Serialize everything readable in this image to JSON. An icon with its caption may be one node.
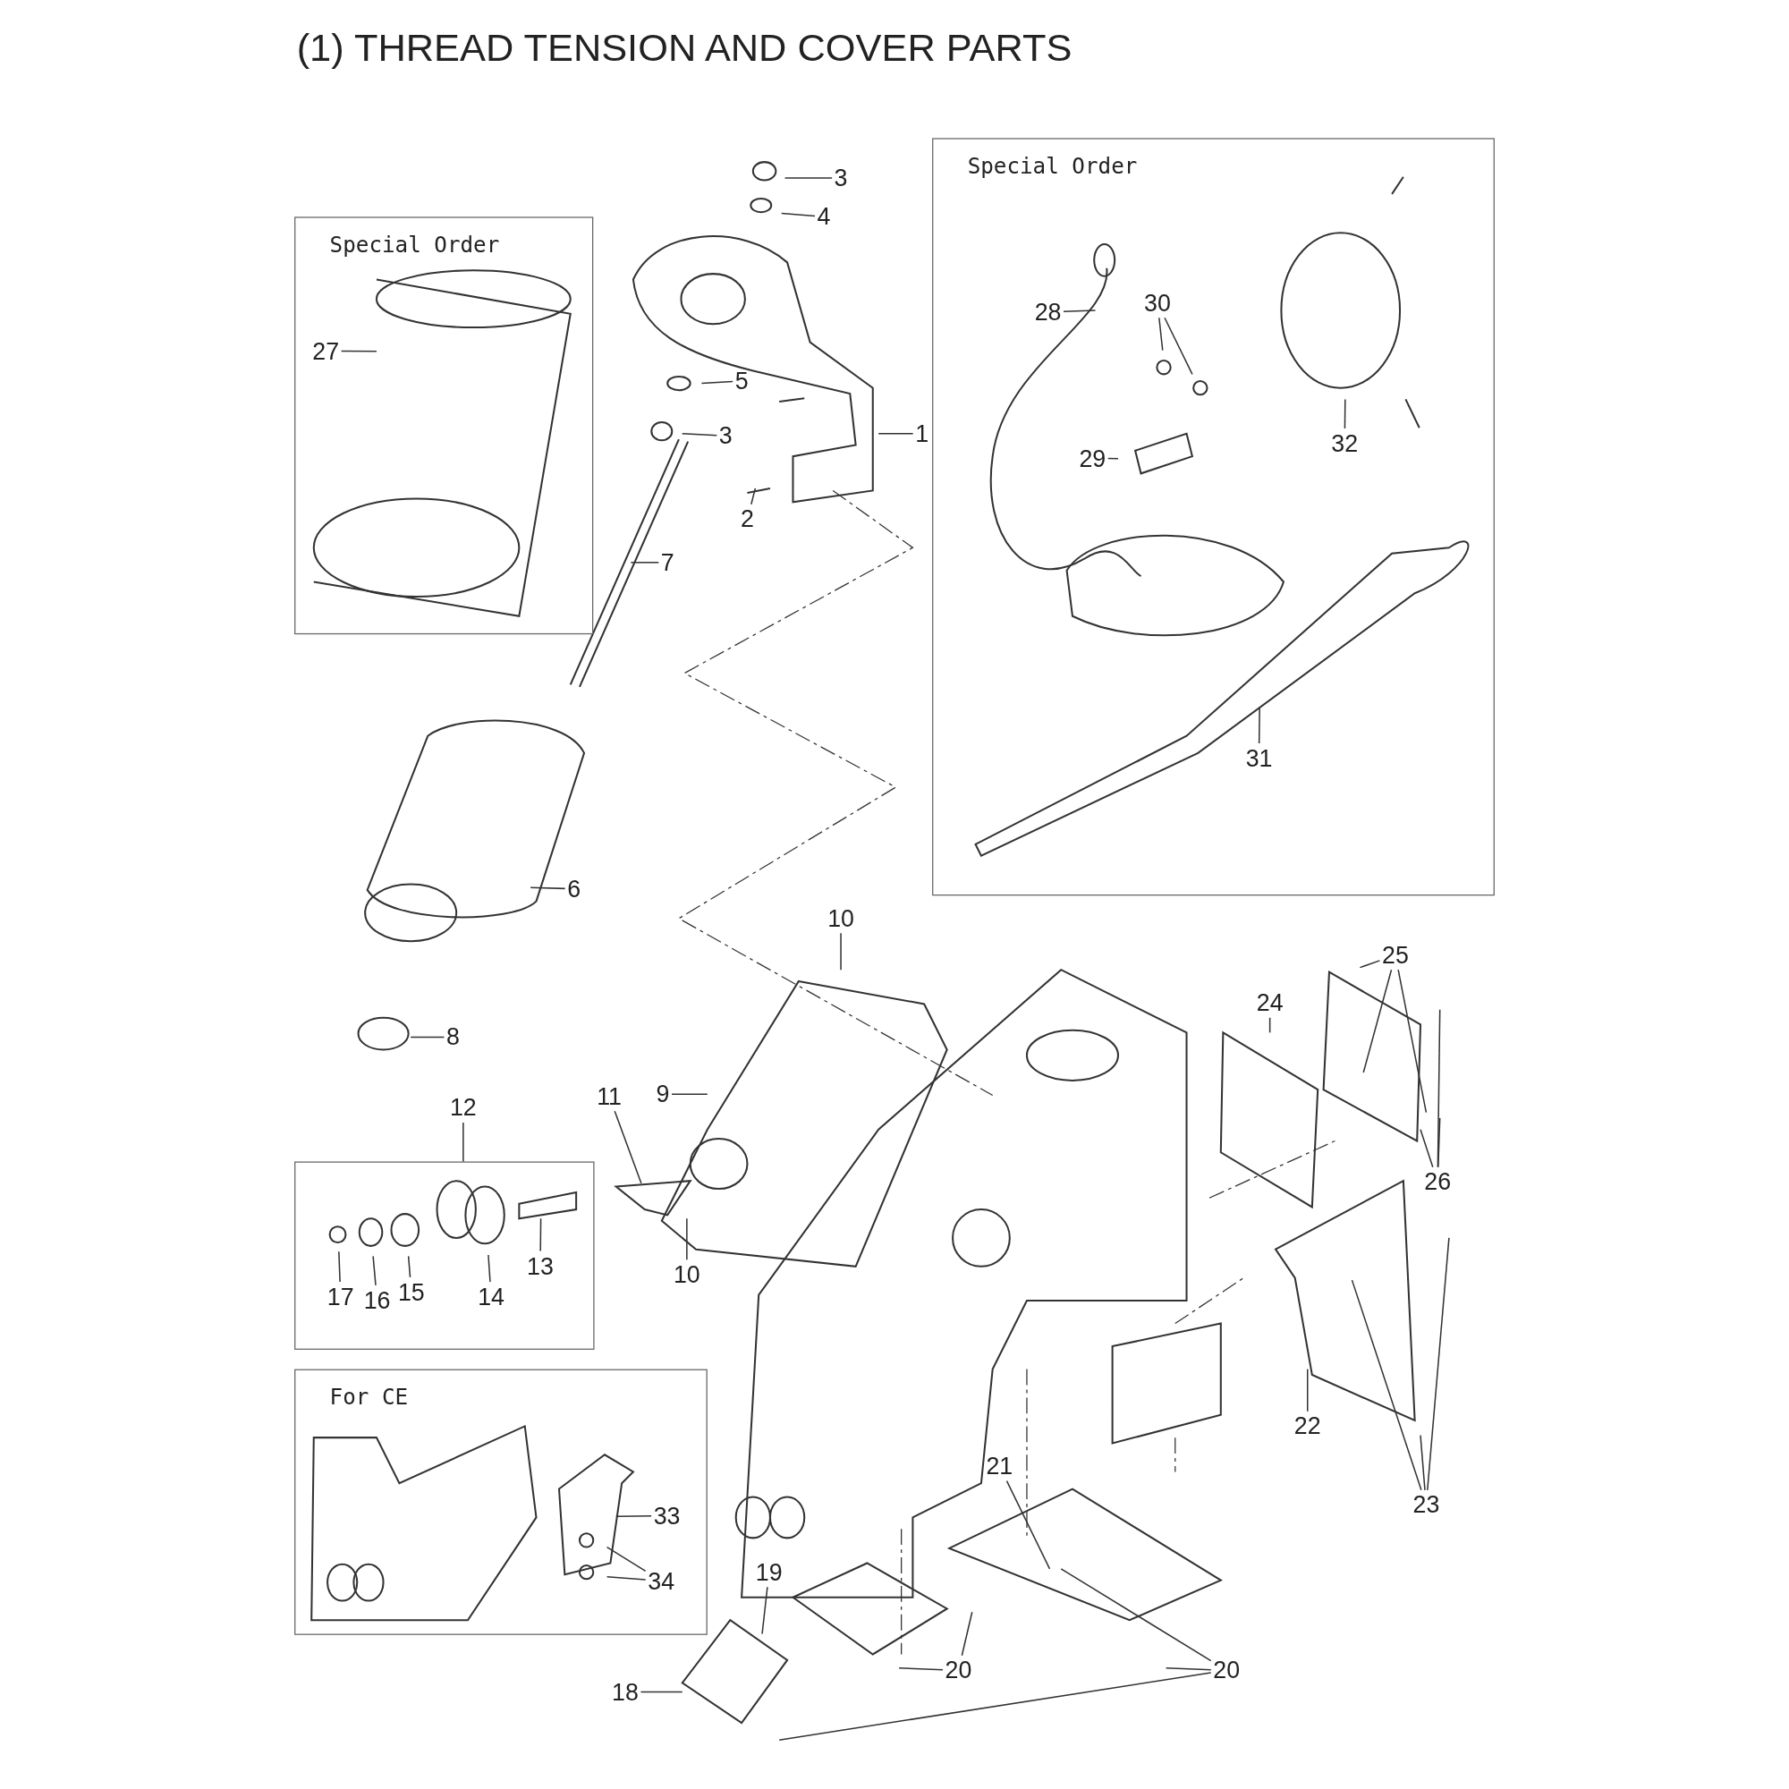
{
  "diagram": {
    "title": "(1) THREAD TENSION AND COVER PARTS",
    "nodes": [
      {
        "text": [
          "Special Order"
        ]
      },
      {
        "text": [
          "Special Order"
        ]
      },
      {
        "text": [],
        "shape": "box"
      },
      {
        "text": [
          "For CE"
        ]
      },
      {
        "text": [
          "3"
        ]
      },
      {
        "text": [
          "4"
        ]
      },
      {
        "text": [
          "5"
        ]
      },
      {
        "text": [
          "3"
        ]
      },
      {
        "text": [
          "1"
        ]
      },
      {
        "text": [
          "2"
        ]
      },
      {
        "text": [
          "7"
        ]
      },
      {
        "text": [
          "27"
        ],
        "in": 0
      },
      {
        "text": [
          "6"
        ]
      },
      {
        "text": [
          "8"
        ]
      },
      {
        "text": [
          "28"
        ],
        "in": 1
      },
      {
        "text": [
          "30"
        ],
        "in": 1
      },
      {
        "text": [
          "29"
        ],
        "in": 1
      },
      {
        "text": [
          "32"
        ],
        "in": 1
      },
      {
        "text": [
          "31"
        ],
        "in": 1
      },
      {
        "text": [
          "10"
        ]
      },
      {
        "text": [
          "9"
        ]
      },
      {
        "text": [
          "11"
        ]
      },
      {
        "text": [
          "12"
        ]
      },
      {
        "text": [
          "17"
        ],
        "in": 2
      },
      {
        "text": [
          "16"
        ],
        "in": 2
      },
      {
        "text": [
          "15"
        ],
        "in": 2
      },
      {
        "text": [
          "14"
        ],
        "in": 2
      },
      {
        "text": [
          "13"
        ],
        "in": 2
      },
      {
        "text": [
          "10"
        ]
      },
      {
        "text": [
          "24"
        ]
      },
      {
        "text": [
          "25"
        ]
      },
      {
        "text": [
          "26"
        ]
      },
      {
        "text": [
          "22"
        ]
      },
      {
        "text": [
          "23"
        ]
      },
      {
        "text": [
          "21"
        ]
      },
      {
        "text": [
          "33"
        ],
        "in": 3
      },
      {
        "text": [
          "34"
        ],
        "in": 3
      },
      {
        "text": [
          "19"
        ]
      },
      {
        "text": [
          "18"
        ]
      },
      {
        "text": [
          "20"
        ]
      },
      {
        "text": [
          "20"
        ]
      }
    ],
    "edges": [
      {
        "from": 4,
        "to": null,
        "arrow": "none"
      },
      {
        "from": 5,
        "to": null,
        "arrow": "none"
      },
      {
        "from": 6,
        "to": null,
        "arrow": "none"
      },
      {
        "from": 7,
        "to": null,
        "arrow": "none"
      },
      {
        "from": 8,
        "to": null,
        "arrow": "none"
      },
      {
        "from": 9,
        "to": null,
        "arrow": "none"
      },
      {
        "from": 10,
        "to": null,
        "arrow": "none"
      },
      {
        "from": 11,
        "to": null,
        "arrow": "none"
      },
      {
        "from": 12,
        "to": null,
        "arrow": "none"
      },
      {
        "from": 13,
        "to": null,
        "arrow": "none"
      },
      {
        "from": 14,
        "to": null,
        "arrow": "none"
      },
      {
        "from": 15,
        "to": null,
        "arrow": "none"
      },
      {
        "from": 15,
        "to": null,
        "arrow": "none"
      },
      {
        "from": 16,
        "to": null,
        "arrow": "none"
      },
      {
        "from": 17,
        "to": null,
        "arrow": "none"
      },
      {
        "from": 18,
        "to": null,
        "arrow": "none"
      },
      {
        "from": 19,
        "to": null,
        "arrow": "none"
      },
      {
        "from": 20,
        "to": null,
        "arrow": "none"
      },
      {
        "from": 21,
        "to": null,
        "arrow": "none"
      },
      {
        "from": 22,
        "to": 2,
        "arrow": "none"
      },
      {
        "from": 23,
        "to": null,
        "arrow": "none"
      },
      {
        "from": 24,
        "to": null,
        "arrow": "none"
      },
      {
        "from": 25,
        "to": null,
        "arrow": "none"
      },
      {
        "from": 26,
        "to": null,
        "arrow": "none"
      },
      {
        "from": 27,
        "to": null,
        "arrow": "none"
      },
      {
        "from": 28,
        "to": null,
        "arrow": "none"
      },
      {
        "from": 29,
        "to": null,
        "arrow": "none"
      },
      {
        "from": 30,
        "to": null,
        "arrow": "none"
      },
      {
        "from": 30,
        "to": null,
        "arrow": "none"
      },
      {
        "from": 30,
        "to": null,
        "arrow": "none"
      },
      {
        "from": 31,
        "to": null,
        "arrow": "none"
      },
      {
        "from": 31,
        "to": null,
        "arrow": "none"
      },
      {
        "from": 31,
        "to": null,
        "arrow": "none"
      },
      {
        "from": 32,
        "to": null,
        "arrow": "none"
      },
      {
        "from": 33,
        "to": null,
        "arrow": "none"
      },
      {
        "from": 33,
        "to": null,
        "arrow": "none"
      },
      {
        "from": 33,
        "to": null,
        "arrow": "none"
      },
      {
        "from": 34,
        "to": null,
        "arrow": "none"
      },
      {
        "from": 35,
        "to": null,
        "arrow": "none"
      },
      {
        "from": 36,
        "to": null,
        "arrow": "none"
      },
      {
        "from": 36,
        "to": null,
        "arrow": "none"
      },
      {
        "from": 37,
        "to": null,
        "arrow": "none"
      },
      {
        "from": 38,
        "to": null,
        "arrow": "none"
      },
      {
        "from": 39,
        "to": null,
        "arrow": "none"
      },
      {
        "from": 39,
        "to": null,
        "arrow": "none"
      },
      {
        "from": 40,
        "to": null,
        "arrow": "none"
      },
      {
        "from": 40,
        "to": null,
        "arrow": "none"
      },
      {
        "from": 40,
        "to": null,
        "arrow": "none"
      }
    ]
  }
}
